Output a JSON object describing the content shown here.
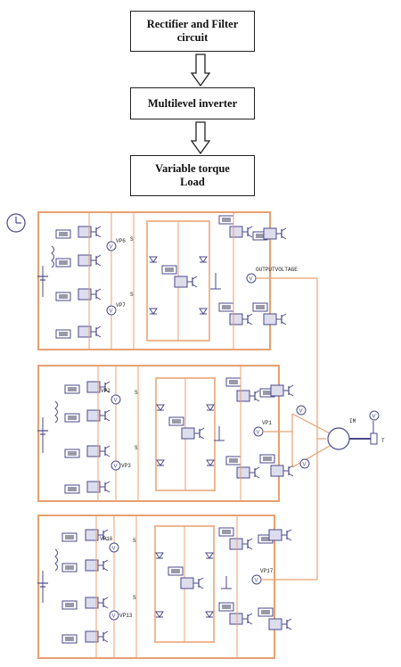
{
  "flowchart": {
    "block1": {
      "line1": "Rectifier and Filter",
      "line2": "circuit"
    },
    "block2": {
      "line1": "Multilevel inverter"
    },
    "block3": {
      "line1": "Variable torque",
      "line2": "Load"
    }
  },
  "schematic": {
    "top_labels": [
      "VP6",
      "VP7"
    ],
    "mid_labels": [
      "VP2",
      "VP3",
      "VP1"
    ],
    "bot_labels": [
      "VP16",
      "VP13",
      "VP17"
    ],
    "output_label": "OUTPUTVOLTAGE",
    "motor_label": "IM",
    "torque_label": "T",
    "source_label": "S",
    "colors": {
      "wire": "#e8a070",
      "component": "#4a4a8a",
      "box": "#e8a070"
    }
  }
}
